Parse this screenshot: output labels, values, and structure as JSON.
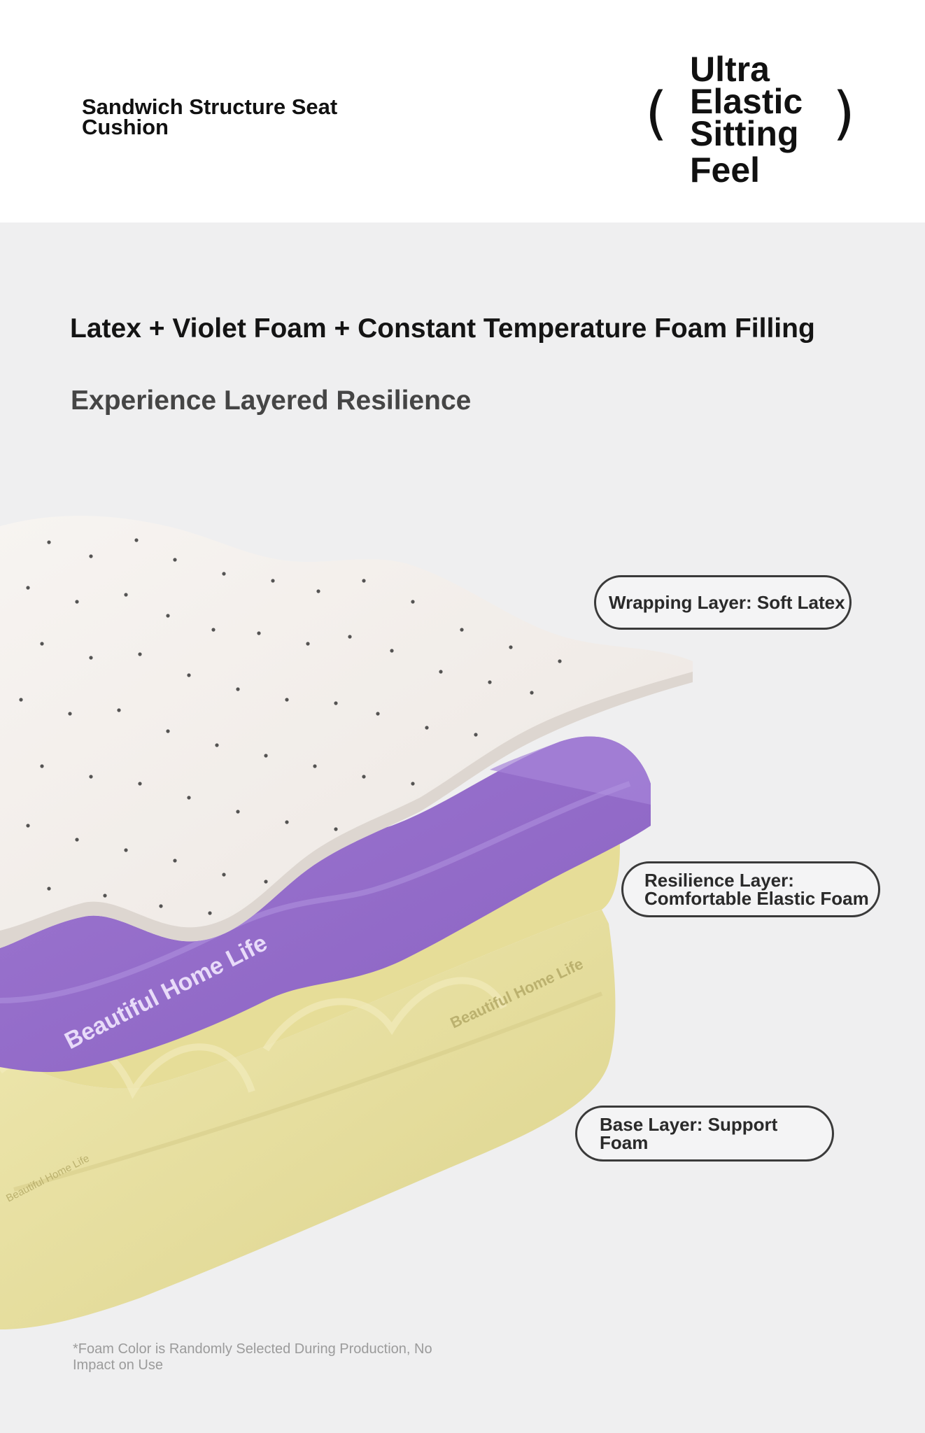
{
  "header": {
    "title_lines": [
      "Sandwich Structure Seat",
      "Cushion"
    ],
    "paren_open": "(",
    "paren_close": ")",
    "feel_lines": [
      "Ultra",
      "Elastic",
      "Sitting",
      "Feel"
    ]
  },
  "main": {
    "headline": "Latex + Violet Foam + Constant Temperature Foam Filling",
    "subheadline": "Experience Layered Resilience"
  },
  "layers": {
    "top": {
      "label": "Wrapping Layer: Soft Latex",
      "color": "#f4f1ee"
    },
    "middle": {
      "label_lines": [
        "Resilience Layer:",
        "Comfortable Elastic Foam"
      ],
      "color": "#9a74cc"
    },
    "bottom": {
      "label_lines": [
        "Base Layer: Support",
        "Foam"
      ],
      "color": "#e9e1a0"
    }
  },
  "watermarks": {
    "violet": "Beautiful Home Life",
    "yellow": "Beautiful Home Life",
    "yellow_small": "Beautiful Home Life"
  },
  "footnote_lines": [
    "*Foam Color is Randomly Selected During Production, No",
    "Impact on Use"
  ]
}
